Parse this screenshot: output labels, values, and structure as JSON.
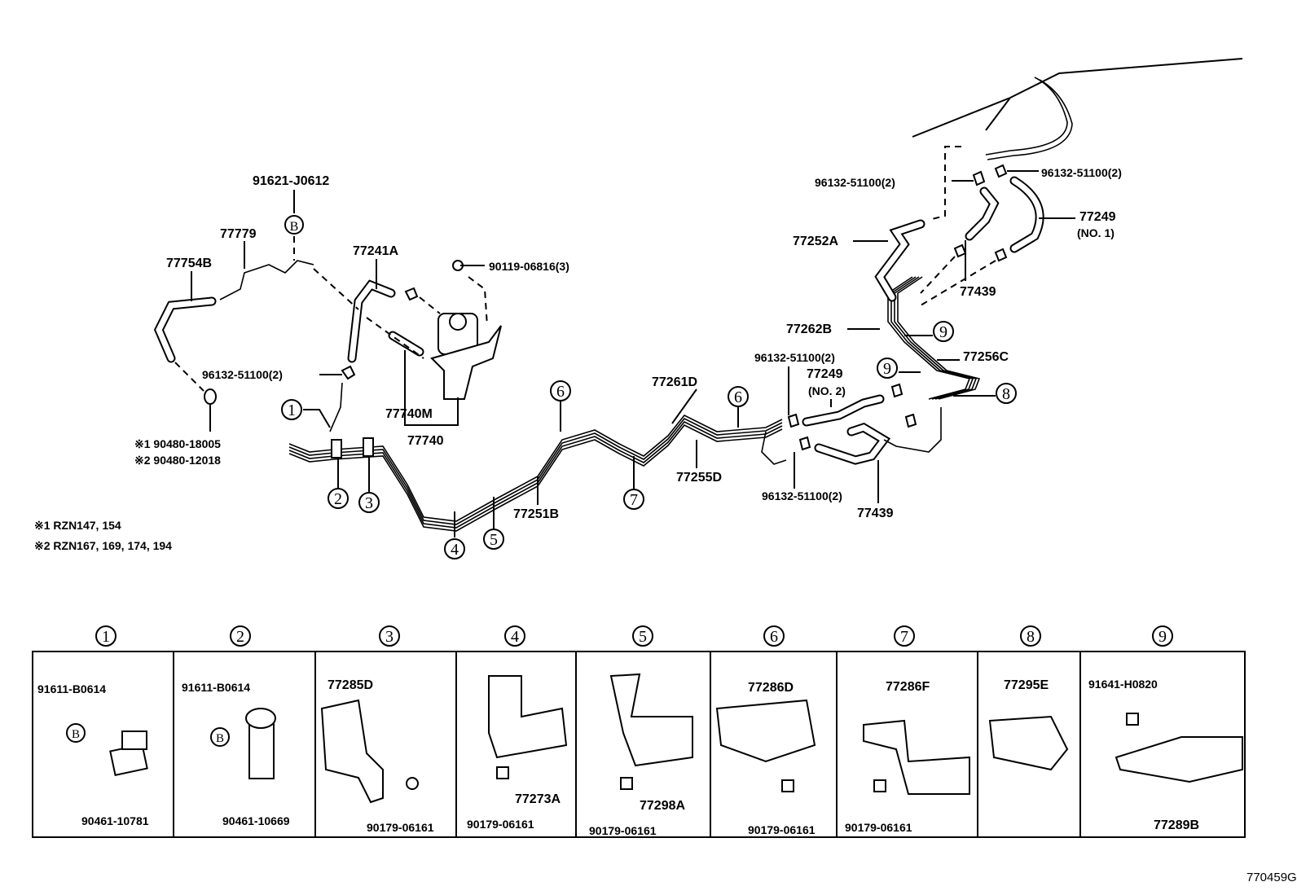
{
  "diagram_id": "770459G",
  "upper": {
    "p91621": "91621-J0612",
    "b_mark": "B",
    "p77779": "77779",
    "p77754B": "77754B",
    "p77241A": "77241A",
    "p90119": "90119-06816(3)",
    "p96132_a": "96132-51100(2)",
    "p77740M": "77740M",
    "p77740": "77740",
    "note1_part": "※1  90480-18005",
    "note2_part": "※2  90480-12018",
    "note1": "※1  RZN147, 154",
    "note2": "※2  RZN167, 169, 174, 194",
    "p77251B": "77251B",
    "p77261D": "77261D",
    "p77255D": "77255D",
    "p96132_b": "96132-51100(2)",
    "p77249_no2": "77249",
    "no2": "(NO. 2)",
    "p96132_c": "96132-51100(2)",
    "p77439_a": "77439",
    "p96132_d": "96132-51100(2)",
    "p96132_e": "96132-51100(2)",
    "p77249_no1": "77249",
    "no1": "(NO. 1)",
    "p77252A": "77252A",
    "p77439_b": "77439",
    "p77262B": "77262B",
    "p77256C": "77256C",
    "circles": [
      "1",
      "2",
      "3",
      "4",
      "5",
      "6",
      "7",
      "6",
      "9",
      "9",
      "8"
    ]
  },
  "panels": [
    {
      "num": "1",
      "labels": [
        "91611-B0614",
        "B",
        "90461-10781"
      ]
    },
    {
      "num": "2",
      "labels": [
        "91611-B0614",
        "B",
        "90461-10669"
      ]
    },
    {
      "num": "3",
      "labels": [
        "77285D",
        "90179-06161"
      ]
    },
    {
      "num": "4",
      "labels": [
        "77273A",
        "90179-06161"
      ]
    },
    {
      "num": "5",
      "labels": [
        "77298A",
        "90179-06161"
      ]
    },
    {
      "num": "6",
      "labels": [
        "77286D",
        "90179-06161"
      ]
    },
    {
      "num": "7",
      "labels": [
        "77286F",
        "90179-06161"
      ]
    },
    {
      "num": "8",
      "labels": [
        "77295E"
      ]
    },
    {
      "num": "9",
      "labels": [
        "91641-H0820",
        "77289B"
      ]
    }
  ]
}
